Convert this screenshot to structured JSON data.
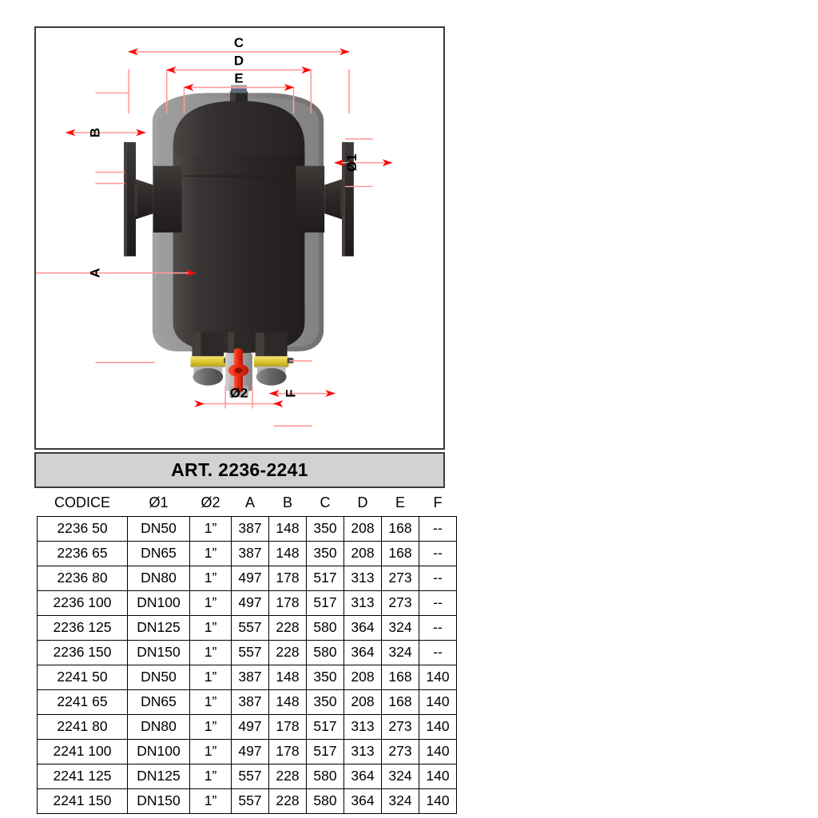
{
  "drawing": {
    "caption": "ART. 2236-2241",
    "dimension_labels": {
      "a": "A",
      "b": "B",
      "c": "C",
      "d": "D",
      "e": "E",
      "f": "F",
      "dia1": "Ø1",
      "dia2": "Ø2"
    },
    "colors": {
      "dimension_line": "#ff0000",
      "dimension_line_light": "#ff9a9a",
      "vessel_body": "#2e2a29",
      "jacket": "#8c8c8c",
      "valve_handle": "#ee2211",
      "magnet_collar": "#e8d23c",
      "magnet_cap": "#6a6a6a",
      "banner_background": "#d2d2d2",
      "frame_border": "#3a3a3a"
    },
    "parts": [
      "vent-cap",
      "vessel-dome",
      "vessel-shell",
      "insulation-jacket",
      "inlet-flange",
      "outlet-flange",
      "magnet-assembly-left",
      "magnet-assembly-right",
      "drain-ball-valve"
    ]
  },
  "table": {
    "headers": [
      "CODICE",
      "Ø1",
      "Ø2",
      "A",
      "B",
      "C",
      "D",
      "E",
      "F"
    ],
    "rows": [
      [
        "2236 50",
        "DN50",
        "1”",
        "387",
        "148",
        "350",
        "208",
        "168",
        "--"
      ],
      [
        "2236 65",
        "DN65",
        "1”",
        "387",
        "148",
        "350",
        "208",
        "168",
        "--"
      ],
      [
        "2236 80",
        "DN80",
        "1”",
        "497",
        "178",
        "517",
        "313",
        "273",
        "--"
      ],
      [
        "2236 100",
        "DN100",
        "1”",
        "497",
        "178",
        "517",
        "313",
        "273",
        "--"
      ],
      [
        "2236 125",
        "DN125",
        "1”",
        "557",
        "228",
        "580",
        "364",
        "324",
        "--"
      ],
      [
        "2236 150",
        "DN150",
        "1”",
        "557",
        "228",
        "580",
        "364",
        "324",
        "--"
      ],
      [
        "2241 50",
        "DN50",
        "1”",
        "387",
        "148",
        "350",
        "208",
        "168",
        "140"
      ],
      [
        "2241 65",
        "DN65",
        "1”",
        "387",
        "148",
        "350",
        "208",
        "168",
        "140"
      ],
      [
        "2241 80",
        "DN80",
        "1”",
        "497",
        "178",
        "517",
        "313",
        "273",
        "140"
      ],
      [
        "2241 100",
        "DN100",
        "1”",
        "497",
        "178",
        "517",
        "313",
        "273",
        "140"
      ],
      [
        "2241 125",
        "DN125",
        "1”",
        "557",
        "228",
        "580",
        "364",
        "324",
        "140"
      ],
      [
        "2241 150",
        "DN150",
        "1”",
        "557",
        "228",
        "580",
        "364",
        "324",
        "140"
      ]
    ]
  }
}
